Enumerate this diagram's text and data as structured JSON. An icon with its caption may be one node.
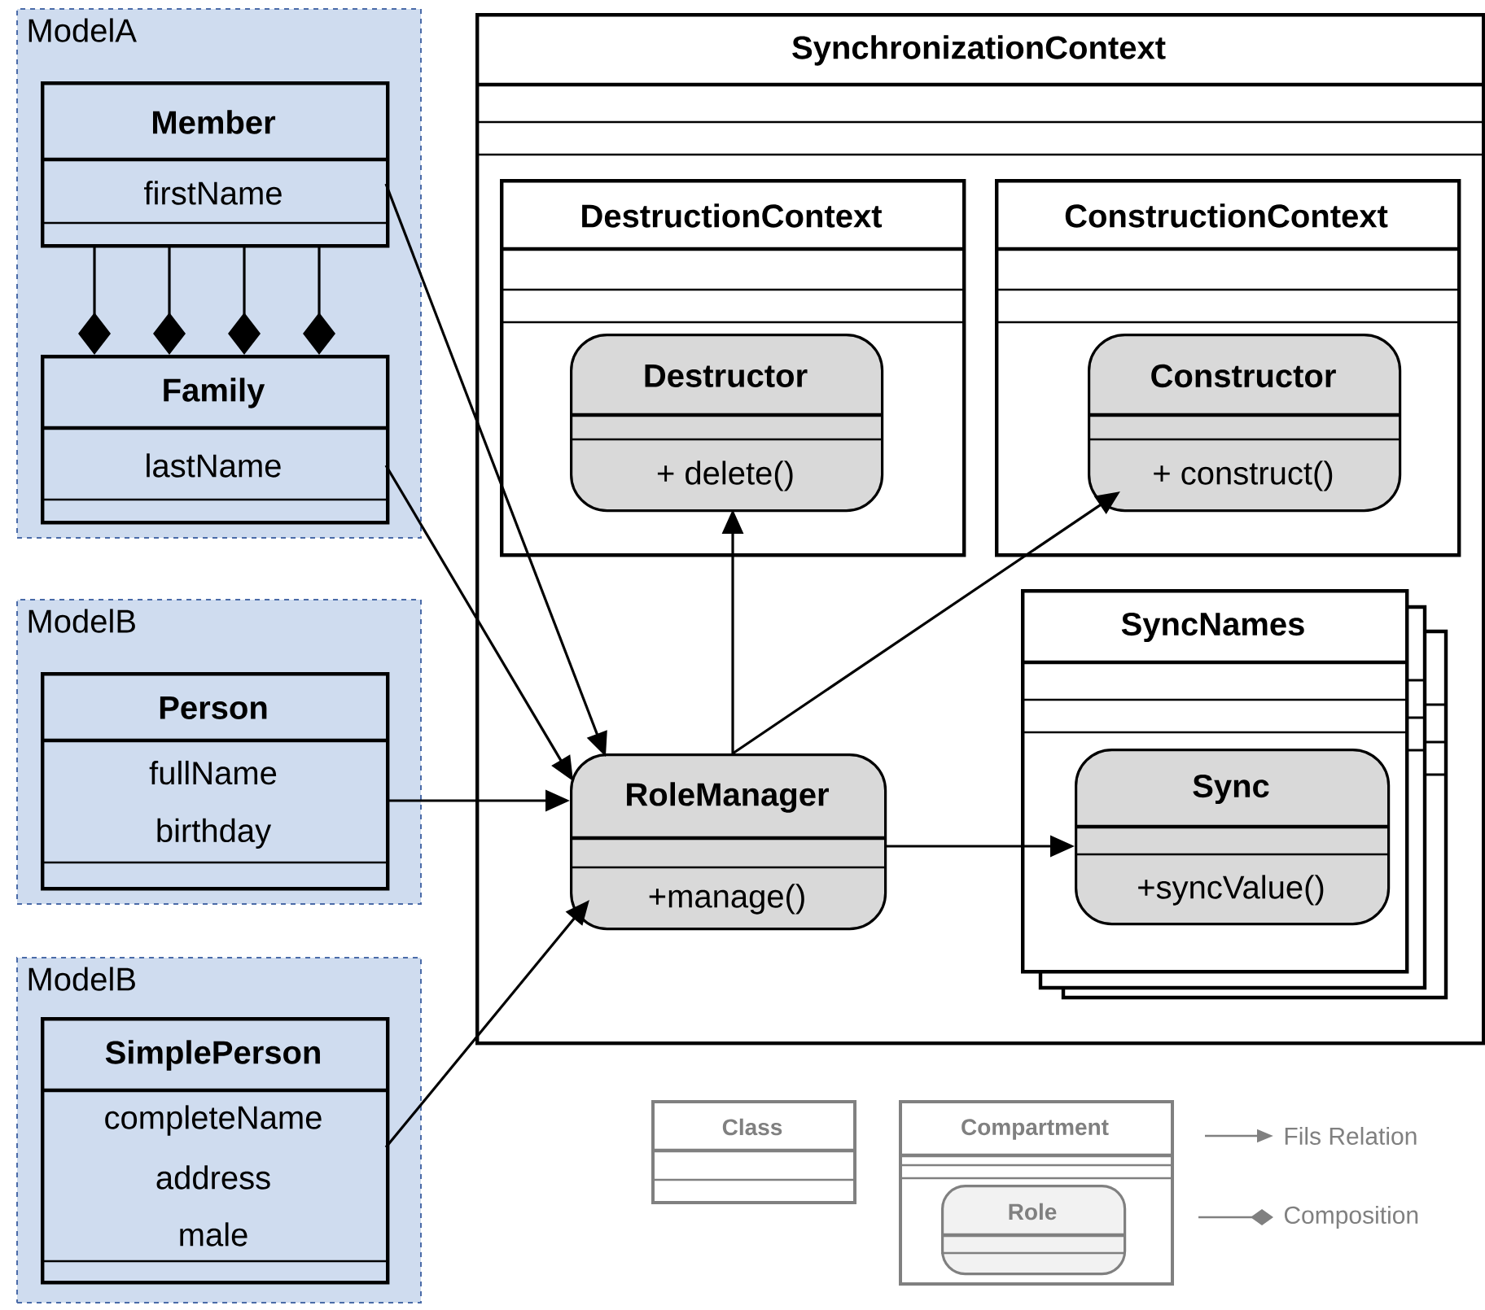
{
  "diagram": {
    "nodes": [
      {
        "text": [
          "ModelA"
        ]
      },
      {
        "text": [
          "Member",
          "firstName"
        ],
        "in": 0
      },
      {
        "text": [
          "Family",
          "lastName"
        ],
        "in": 0
      },
      {
        "text": [
          "ModelB"
        ]
      },
      {
        "text": [
          "Person",
          "fullName",
          "birthday"
        ],
        "in": 3
      },
      {
        "text": [
          "ModelB"
        ]
      },
      {
        "text": [
          "SimplePerson",
          "completeName",
          "address",
          "male"
        ],
        "in": 5
      },
      {
        "text": [
          "SynchronizationContext"
        ]
      },
      {
        "text": [
          "DestructionContext"
        ],
        "in": 7
      },
      {
        "text": [
          "Destructor",
          "+ delete()"
        ],
        "in": 8
      },
      {
        "text": [
          "ConstructionContext"
        ],
        "in": 7
      },
      {
        "text": [
          "Constructor",
          "+ construct()"
        ],
        "in": 10
      },
      {
        "text": [
          "SyncNames"
        ],
        "in": 7
      },
      {
        "text": [
          "Sync",
          "+syncValue()"
        ],
        "in": 12
      },
      {
        "text": [
          "RoleManager",
          "+manage()"
        ],
        "in": 7
      },
      {
        "text": [
          "Class"
        ]
      },
      {
        "text": [
          "Compartment"
        ]
      },
      {
        "text": [
          "Role"
        ],
        "in": 16
      }
    ],
    "edges": [
      {
        "from": 1,
        "to": 2,
        "arrow": "other"
      },
      {
        "from": 1,
        "to": 2,
        "arrow": "other"
      },
      {
        "from": 1,
        "to": 2,
        "arrow": "other"
      },
      {
        "from": 1,
        "to": 2,
        "arrow": "other"
      },
      {
        "from": 1,
        "to": 14,
        "arrow": "to"
      },
      {
        "from": 2,
        "to": 14,
        "arrow": "to"
      },
      {
        "from": 4,
        "to": 14,
        "arrow": "to"
      },
      {
        "from": 6,
        "to": 14,
        "arrow": "to"
      },
      {
        "from": 14,
        "to": 9,
        "arrow": "to"
      },
      {
        "from": 14,
        "to": 11,
        "arrow": "to"
      },
      {
        "from": 14,
        "to": 13,
        "arrow": "to"
      }
    ],
    "legend": [
      {
        "text": "Fils Relation"
      },
      {
        "text": "Composition"
      }
    ]
  }
}
